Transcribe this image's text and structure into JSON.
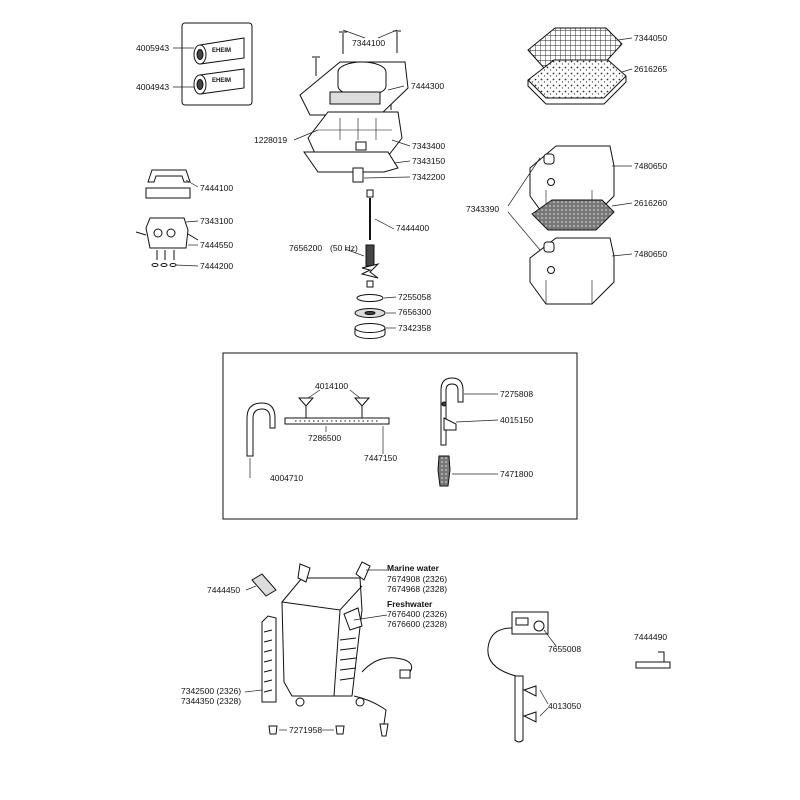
{
  "parts": {
    "p4005943": "4005943",
    "p4004943": "4004943",
    "tube_brand_1": "EHEIM",
    "tube_brand_2": "EHEIM",
    "p7344100": "7344100",
    "p7444300": "7444300",
    "p1228019": "1228019",
    "p7343400": "7343400",
    "p7343150": "7343150",
    "p7342200": "7342200",
    "p7444400": "7444400",
    "p7656200": "7656200",
    "p7656200_note": "(50 Hz)",
    "p7255058": "7255058",
    "p7656300": "7656300",
    "p7342358": "7342358",
    "p7444100": "7444100",
    "p7343100": "7343100",
    "p7444550": "7444550",
    "p7444200": "7444200",
    "p7344050": "7344050",
    "p2616265": "2616265",
    "p7480650_top": "7480650",
    "p7343390": "7343390",
    "p2616260": "2616260",
    "p7480650_bottom": "7480650",
    "p4014100": "4014100",
    "p7286500": "7286500",
    "p4004710": "4004710",
    "p7447150": "7447150",
    "p7275808": "7275808",
    "p4015150": "4015150",
    "p7471800": "7471800",
    "p7444450": "7444450",
    "marine_title": "Marine water",
    "marine_1": "7674908 (2326)",
    "marine_2": "7674968 (2328)",
    "fresh_title": "Freshwater",
    "fresh_1": "7676400 (2326)",
    "fresh_2": "7676600 (2328)",
    "p7342500": "7342500 (2326)",
    "p7344350": "7344350 (2328)",
    "p7271958": "7271958",
    "p7655008": "7655008",
    "p4013050": "4013050",
    "p7444490": "7444490"
  }
}
